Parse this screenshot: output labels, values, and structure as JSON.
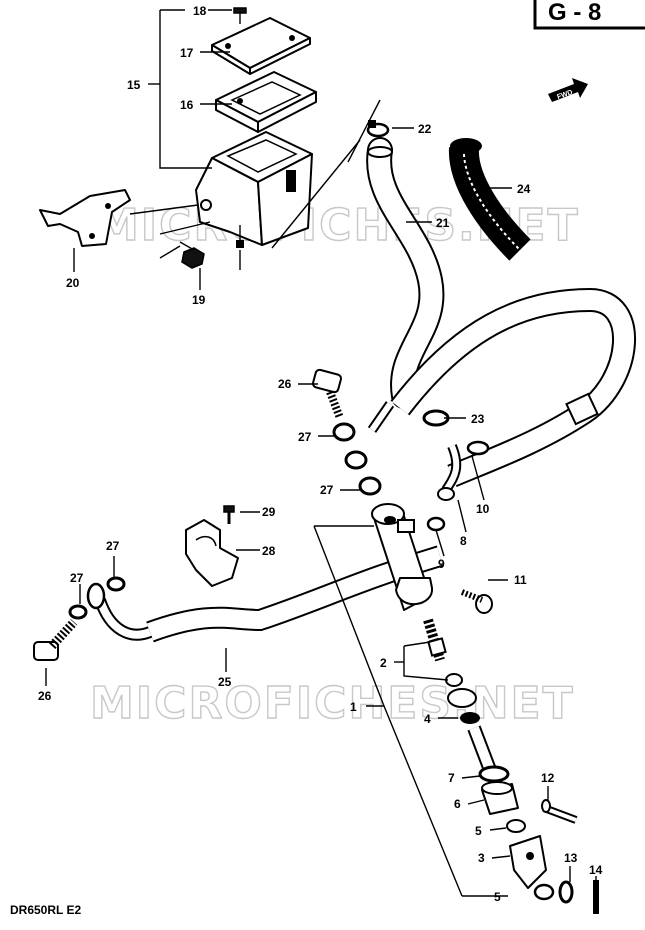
{
  "diagram": {
    "watermark": "MICROFICHES.NET",
    "footer": "DR650RL  E2",
    "corner_text": "G - 8",
    "fwd_label": "FWD",
    "callouts": {
      "p1": "1",
      "p2": "2",
      "p3": "3",
      "p4": "4",
      "p5a": "5",
      "p5b": "5",
      "p6": "6",
      "p7": "7",
      "p8": "8",
      "p9": "9",
      "p10": "10",
      "p11": "11",
      "p12": "12",
      "p13": "13",
      "p14": "14",
      "p15": "15",
      "p16": "16",
      "p17": "17",
      "p18": "18",
      "p19": "19",
      "p20": "20",
      "p21": "21",
      "p22": "22",
      "p23": "23",
      "p24": "24",
      "p25": "25",
      "p26a": "26",
      "p26b": "26",
      "p27a": "27",
      "p27b": "27",
      "p27c": "27",
      "p27d": "27",
      "p28": "28",
      "p29": "29"
    }
  }
}
